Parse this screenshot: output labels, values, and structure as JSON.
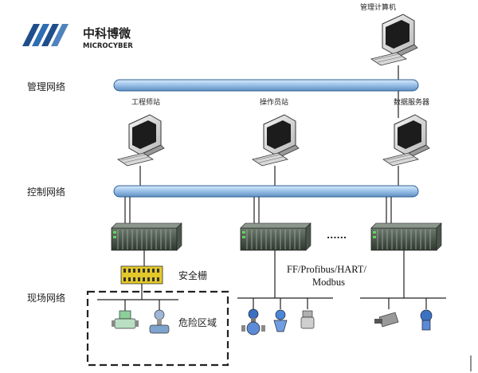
{
  "logo": {
    "cn": "中科博微",
    "en": "MICROCYBER",
    "mark_color": "#1f4e8c",
    "accent_color": "#2f6db3"
  },
  "networks": {
    "management": "管理网络",
    "control": "控制网络",
    "field": "现场网络"
  },
  "computers": {
    "management": "管理计算机",
    "engineer": "工程师站",
    "operator": "操作员站",
    "server": "数据服务器"
  },
  "devices": {
    "barrier": "安全栅",
    "hazard_zone": "危险区域",
    "ellipsis": "......",
    "protocols_line1": "FF/Profibus/HART/",
    "protocols_line2": "Modbus"
  },
  "colors": {
    "bus_fill": "#9ec3ea",
    "bus_stroke": "#2d5f95",
    "rack": "#3c4a3e",
    "barrier": "#e3c82a"
  }
}
